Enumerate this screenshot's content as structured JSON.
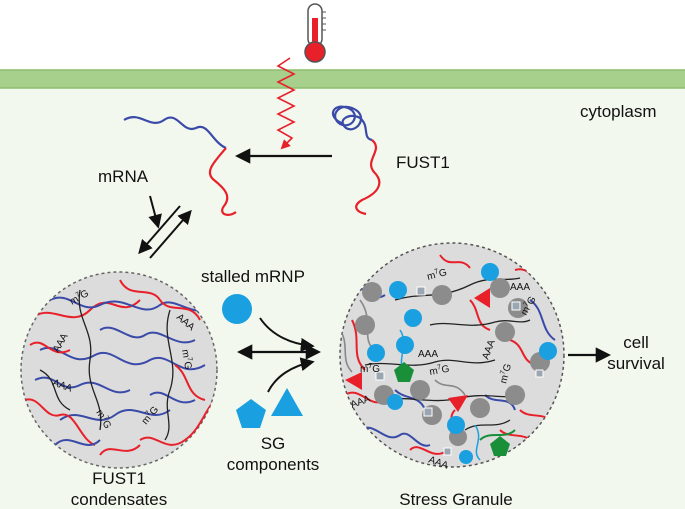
{
  "labels": {
    "cytoplasm": "cytoplasm",
    "fust1": "FUST1",
    "mrna": "mRNA",
    "stalled_mrnp": "stalled mRNP",
    "sg_components_line1": "SG",
    "sg_components_line2": "components",
    "condensates_line1": "FUST1",
    "condensates_line2": "condensates",
    "stress_granule": "Stress Granule",
    "cell_survival_line1": "cell",
    "cell_survival_line2": "survival"
  },
  "markers": {
    "poly_a": "AAA",
    "cap_prefix": "m",
    "cap_sup": "7",
    "cap_suffix": "G"
  },
  "colors": {
    "membrane": "#a8d08d",
    "cytoplasm_bg": "#f3f8ee",
    "protein_red": "#e8202a",
    "protein_blue": "#3a4aa8",
    "mrnp_blue": "#1aa0e0",
    "granule_grey": "#8c8c8c",
    "sg_fill": "#dcdcdc",
    "green_pentagon": "#1a8f3a"
  }
}
